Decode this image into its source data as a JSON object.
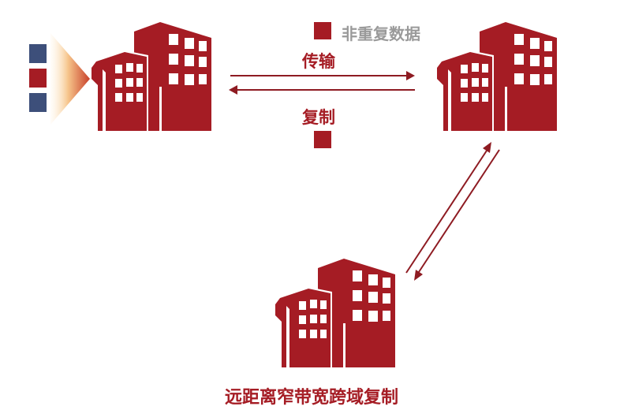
{
  "legend": {
    "label": "非重复数据",
    "color": "#a51c24"
  },
  "links": {
    "top_label": "传输",
    "bottom_label": "复制"
  },
  "caption": "远距离窄带宽跨域复制",
  "colors": {
    "building": "#a51c24",
    "data_navy": "#3d4f7a",
    "data_red": "#a51c24",
    "arrow": "#8e1b22",
    "legend_text": "#9a9a9a"
  },
  "icons": {
    "source_site": "office-building-icon",
    "target_site": "office-building-icon",
    "remote_site": "office-building-icon"
  }
}
